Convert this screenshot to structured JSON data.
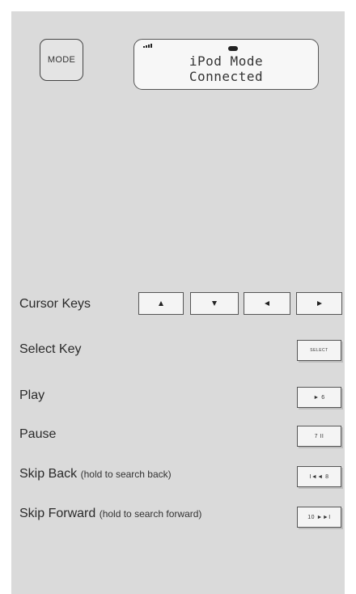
{
  "mode_button": {
    "label": "MODE"
  },
  "display": {
    "line1": "iPod Mode",
    "line2": "Connected"
  },
  "rows": [
    {
      "label": "Cursor Keys",
      "hint": ""
    },
    {
      "label": "Select Key",
      "hint": ""
    },
    {
      "label": "Play",
      "hint": ""
    },
    {
      "label": "Pause",
      "hint": ""
    },
    {
      "label": "Skip Back",
      "hint": "(hold to search back)"
    },
    {
      "label": "Skip Forward",
      "hint": "(hold to search forward)"
    }
  ],
  "keys": {
    "select": "SELECT",
    "play": "► 6",
    "pause": "7 II",
    "skip_back": "I◄◄ 8",
    "skip_forward": "10 ►►I"
  },
  "icons": [
    "signal-icon",
    "battery-icon",
    "arrow-up-icon",
    "arrow-down-icon",
    "arrow-left-icon",
    "arrow-right-icon"
  ]
}
